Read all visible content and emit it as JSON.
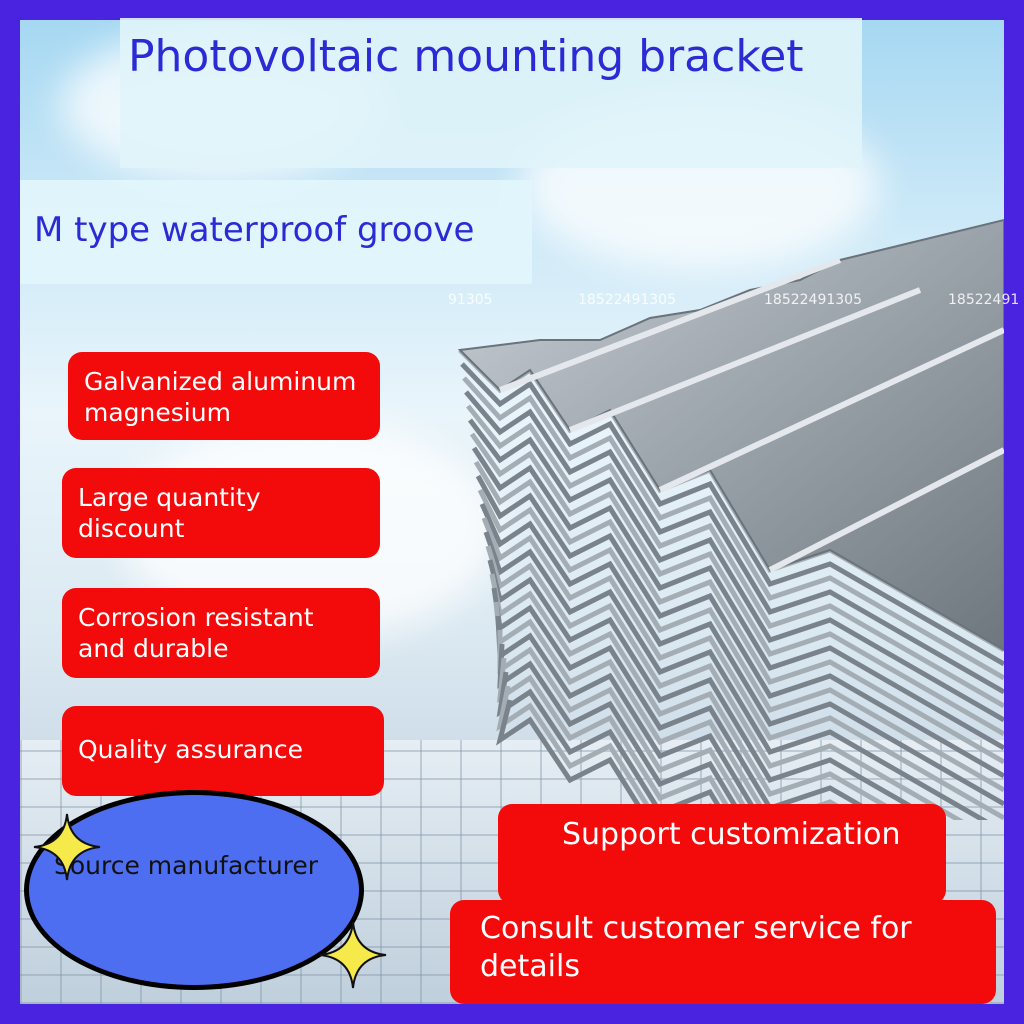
{
  "header": {
    "title": "Photovoltaic mounting bracket",
    "subtitle": "M type waterproof groove"
  },
  "watermarks": [
    "91305",
    "18522491305",
    "18522491305",
    "18522491"
  ],
  "features": [
    "Galvanized aluminum magnesium",
    "Large quantity discount",
    "Corrosion resistant and durable",
    "Quality assurance"
  ],
  "source_label": "Source manufacturer",
  "support_label": "Support customization",
  "consult_label": "Consult customer service for details",
  "icons": {
    "product": "corrugated-steel-sheets-image",
    "sparkle": "sparkle-star-icon"
  },
  "colors": {
    "frame": "#4a23e0",
    "title_text": "#2b2bd6",
    "badge_red": "#f30b0b",
    "ellipse_blue": "#4d6ef0",
    "sparkle_yellow": "#f6e94a"
  }
}
